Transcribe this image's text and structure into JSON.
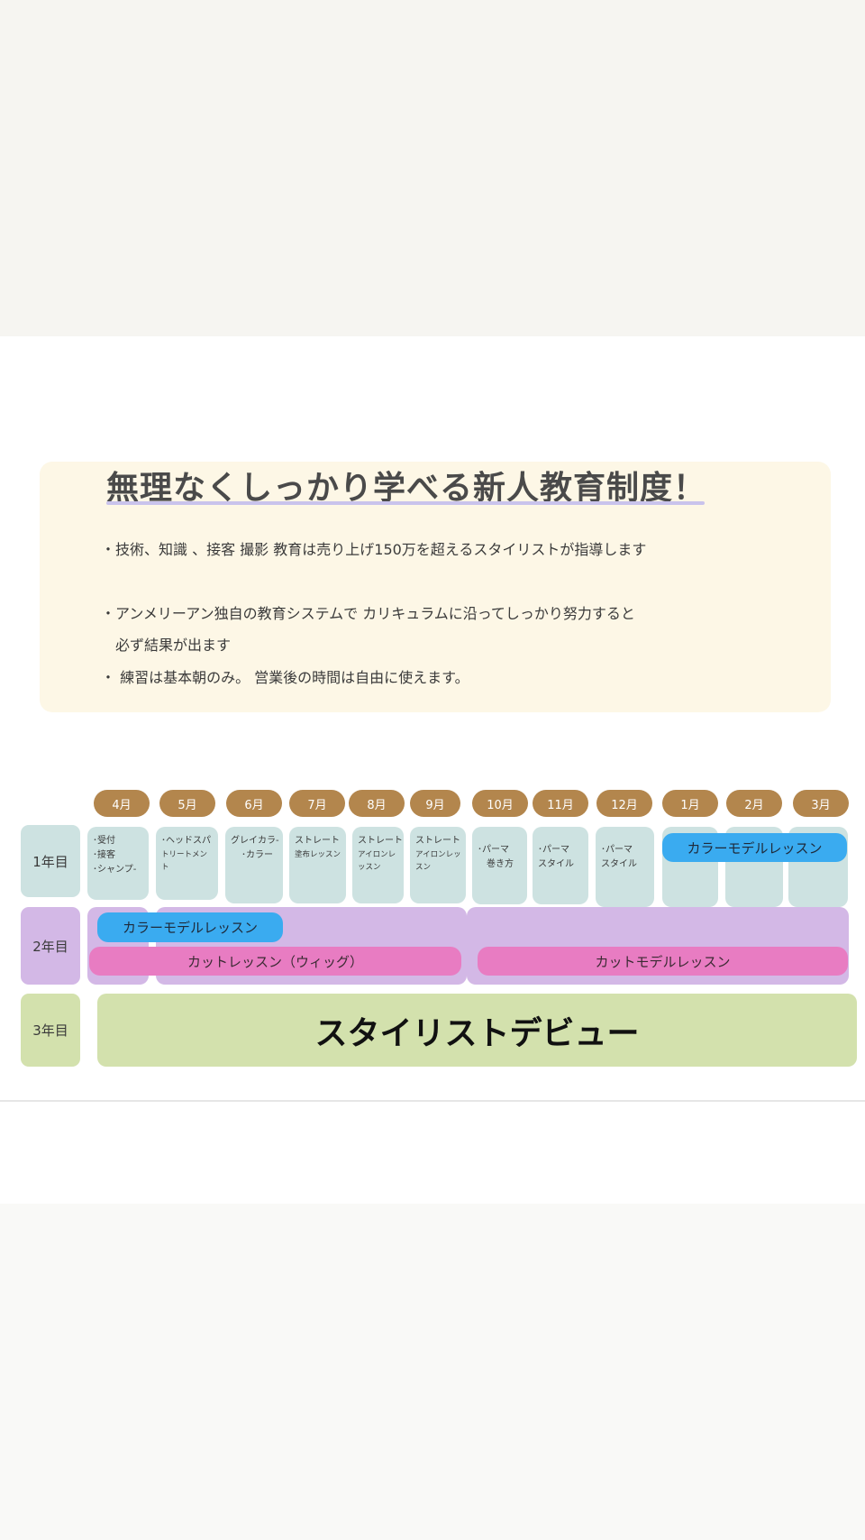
{
  "header": {
    "title": "無理なくしっかり学べる新人教育制度！",
    "bullets": [
      "・技術、知識 、接客 撮影 教育は売り上げ150万を超えるスタイリストが指導します",
      "・アンメリーアン独自の教育システムで カリキュラムに沿ってしっかり努力すると",
      "　必ず結果が出ます",
      "・ 練習は基本朝のみ。 営業後の時間は自由に使えます。"
    ]
  },
  "schedule": {
    "months": [
      "4月",
      "5月",
      "6月",
      "7月",
      "8月",
      "9月",
      "10月",
      "11月",
      "12月",
      "1月",
      "2月",
      "3月"
    ],
    "years": [
      "1年目",
      "2年目",
      "3年目"
    ],
    "year1_cells": [
      {
        "lines": [
          "･受付",
          "･接客",
          "･シャンプ-"
        ]
      },
      {
        "lines": [
          "･ヘッドスパ",
          "トリートメント"
        ]
      },
      {
        "lines": [
          "グレイカラ-",
          "",
          "･カラー"
        ]
      },
      {
        "lines": [
          "ストレート",
          "塗布レッスン"
        ]
      },
      {
        "lines": [
          "ストレート",
          "アイロンレッスン"
        ]
      },
      {
        "lines": [
          "ストレート",
          "アイロンレッスン"
        ]
      },
      {
        "lines": [
          "･パーマ",
          "巻き方"
        ]
      },
      {
        "lines": [
          "･パーマ",
          "スタイル"
        ]
      },
      {
        "lines": [
          "･パーマ",
          "スタイル"
        ]
      }
    ],
    "year1_bar": "カラーモデルレッスン",
    "year2_color_bar": "カラーモデルレッスン",
    "year2_cut_wig": "カットレッスン（ウィッグ）",
    "year2_cut_model": "カットモデルレッスン",
    "year3_label": "スタイリストデビュー"
  },
  "colors": {
    "month_pill": "#b3864d",
    "year1": "#cde2e1",
    "year2": "#d3b8e6",
    "year3": "#d3e1ad",
    "blue_bar": "#3aabf0",
    "pink_bar": "#e87cc2",
    "info_bg": "#fdf7e6"
  }
}
